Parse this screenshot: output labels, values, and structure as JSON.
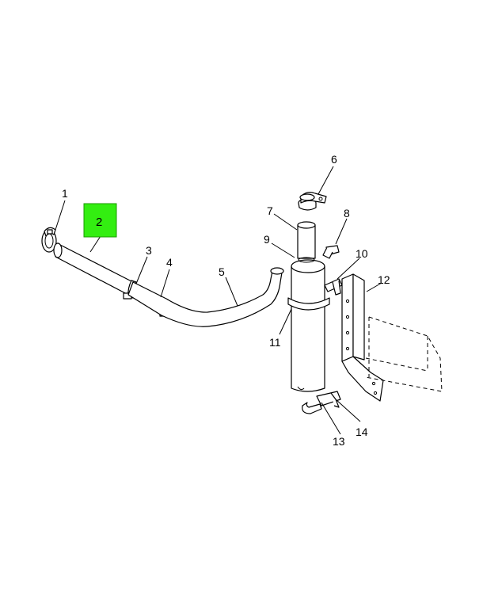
{
  "callouts": {
    "c1": "1",
    "c2": "2",
    "c3": "3",
    "c4": "4",
    "c5": "5",
    "c6": "6",
    "c7": "7",
    "c8": "8",
    "c9": "9",
    "c10": "10",
    "c11": "11",
    "c12": "12",
    "c13": "13",
    "c14": "14"
  },
  "highlight": {
    "callout": "2",
    "color": "#33ee11"
  },
  "footer": {
    "left": "",
    "right": ""
  }
}
